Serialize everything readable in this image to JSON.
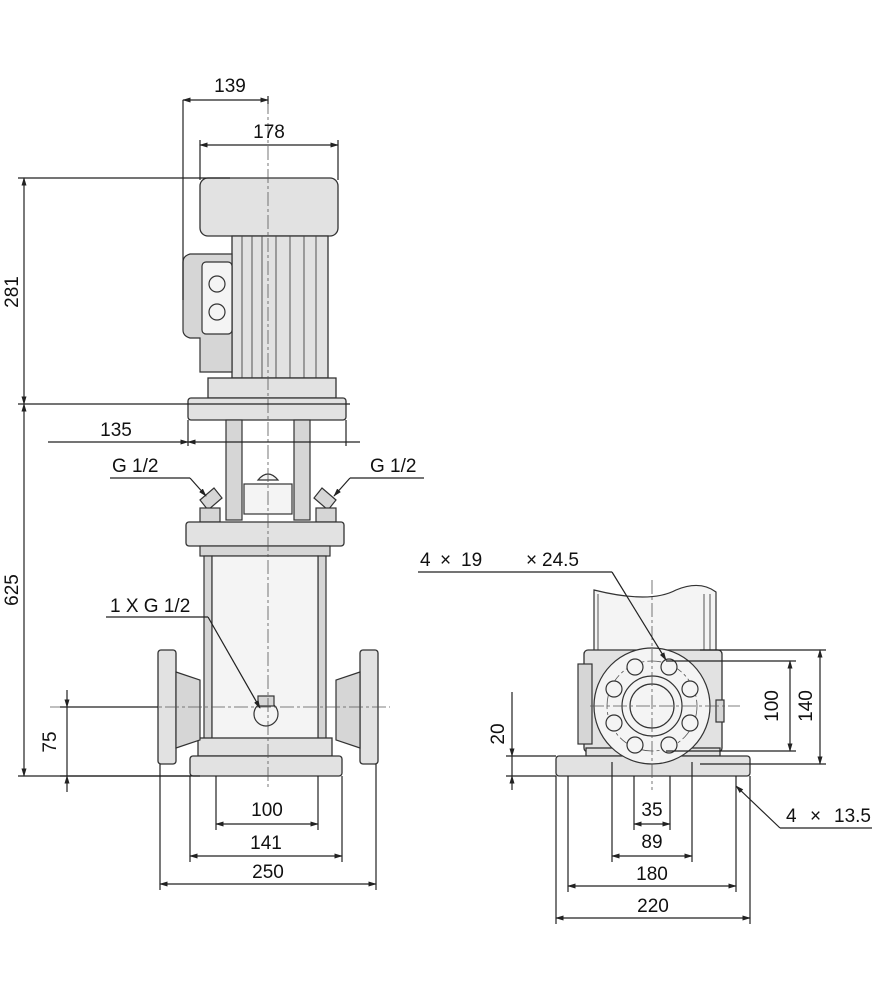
{
  "dimensions": {
    "motor_offset": "139",
    "motor_width": "178",
    "motor_height": "281",
    "flange_width": "135",
    "pump_height": "625",
    "inlet_height": "75",
    "base_inner": "100",
    "base_mid": "141",
    "port_to_port": "250",
    "side_base_height": "20",
    "bolt_circle_inner": "100",
    "bolt_circle_outer": "140",
    "dim_35": "35",
    "dim_89": "89",
    "dim_180": "180",
    "dim_220": "220"
  },
  "labels": {
    "g_left": "G 1/2",
    "g_right": "G 1/2",
    "drain": "1 X G 1/2",
    "holes_top_count": "4",
    "holes_top_x": "×",
    "holes_top_diam": "19",
    "holes_top_x2": "×",
    "holes_top_depth": "24.5",
    "holes_bottom_count": "4",
    "holes_bottom_x": "×",
    "holes_bottom_diam": "13.5"
  }
}
